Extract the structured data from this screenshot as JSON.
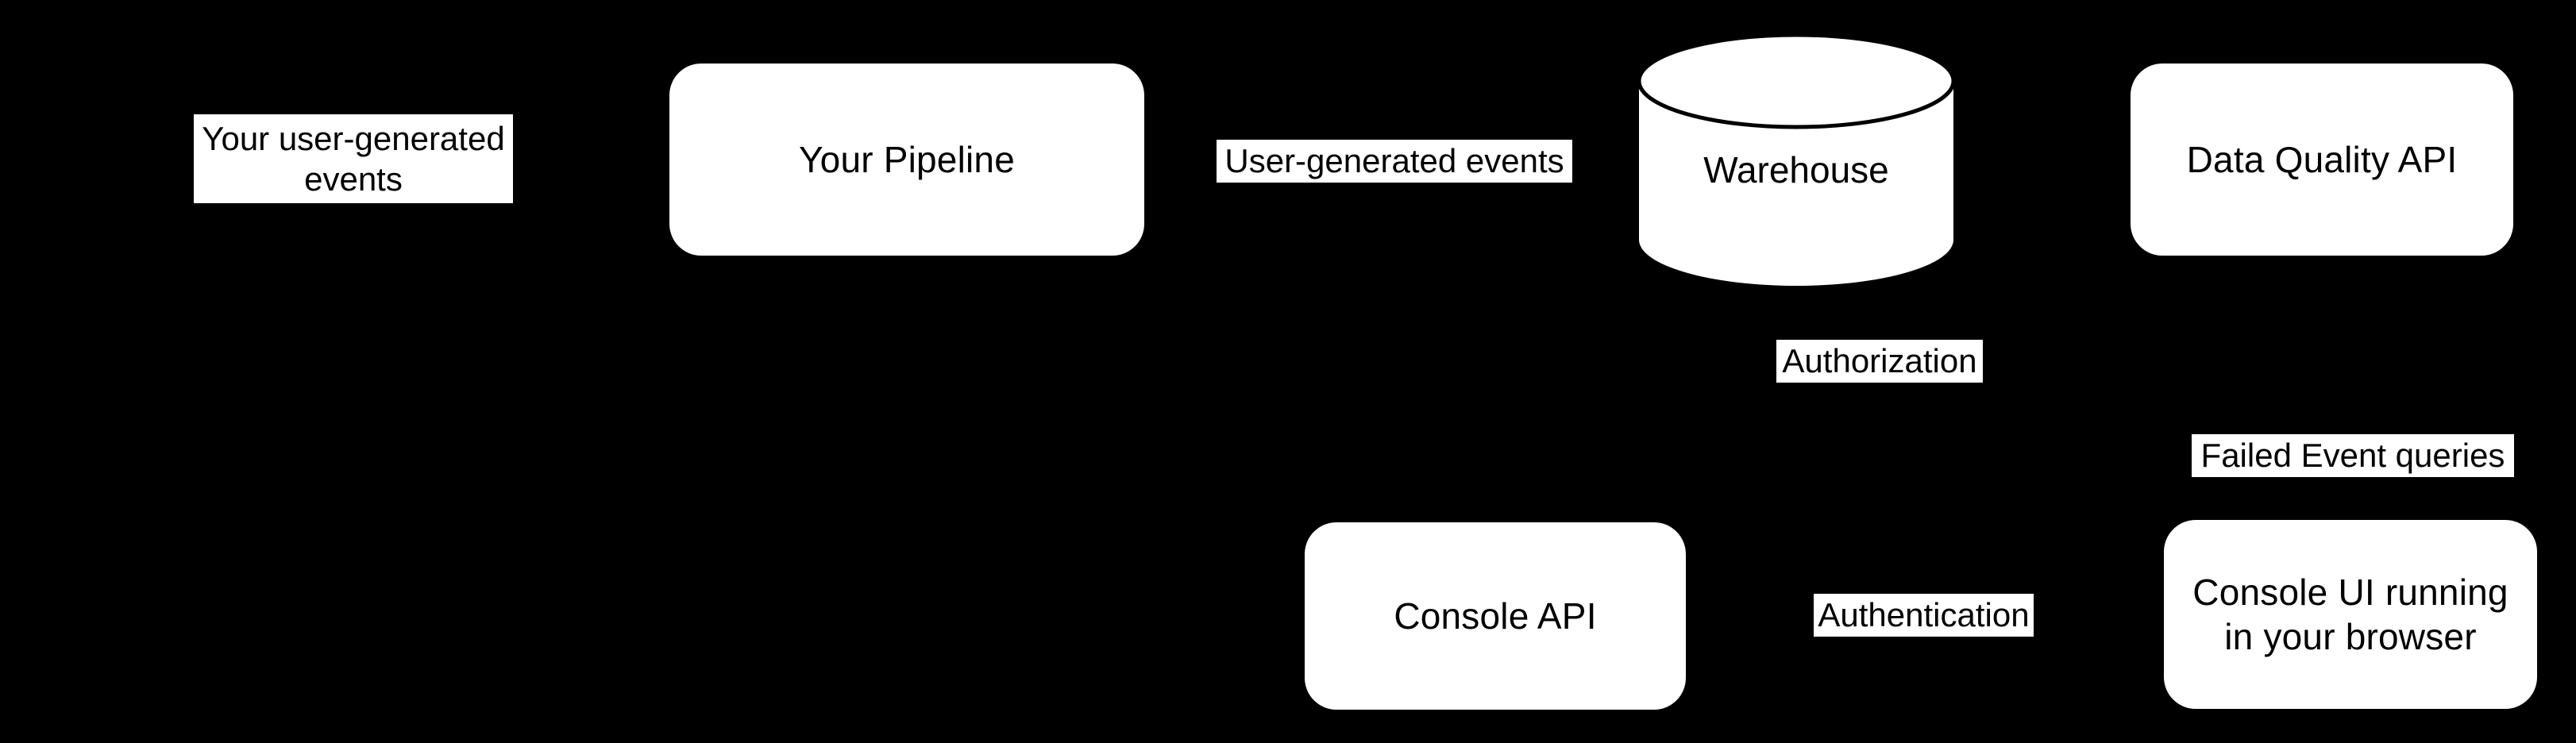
{
  "diagram": {
    "type": "architecture-flow-diagram",
    "background_color": "#000000",
    "node_fill_color": "#ffffff",
    "text_color": "#000000",
    "nodes": [
      {
        "id": "your-pipeline",
        "shape": "rounded-rectangle",
        "label": "Your Pipeline"
      },
      {
        "id": "warehouse",
        "shape": "cylinder",
        "label": "Warehouse"
      },
      {
        "id": "data-quality-api",
        "shape": "rounded-rectangle",
        "label": "Data Quality API"
      },
      {
        "id": "console-api",
        "shape": "rounded-rectangle",
        "label": "Console API"
      },
      {
        "id": "console-ui",
        "shape": "rounded-rectangle",
        "label": "Console UI running\nin your browser"
      }
    ],
    "edge_labels": [
      {
        "id": "your-user-generated-events",
        "text": "Your user-generated\nevents"
      },
      {
        "id": "user-generated-events",
        "text": "User-generated events"
      },
      {
        "id": "authorization",
        "text": "Authorization"
      },
      {
        "id": "failed-event-queries",
        "text": "Failed Event queries"
      },
      {
        "id": "authentication",
        "text": "Authentication"
      }
    ]
  }
}
